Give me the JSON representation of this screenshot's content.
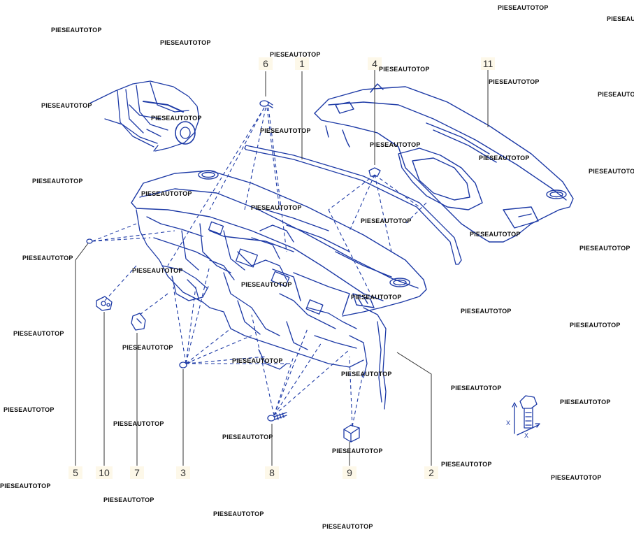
{
  "diagram": {
    "watermark": "PIESEAUTOTOP",
    "callouts": [
      "1",
      "2",
      "3",
      "4",
      "5",
      "6",
      "7",
      "8",
      "9",
      "10",
      "11"
    ],
    "axis_labels": {
      "x": "X",
      "y": "X"
    },
    "colors": {
      "line": "#1d3aa6",
      "leader": "#333333",
      "label_bg": "#fdf8e9"
    }
  }
}
